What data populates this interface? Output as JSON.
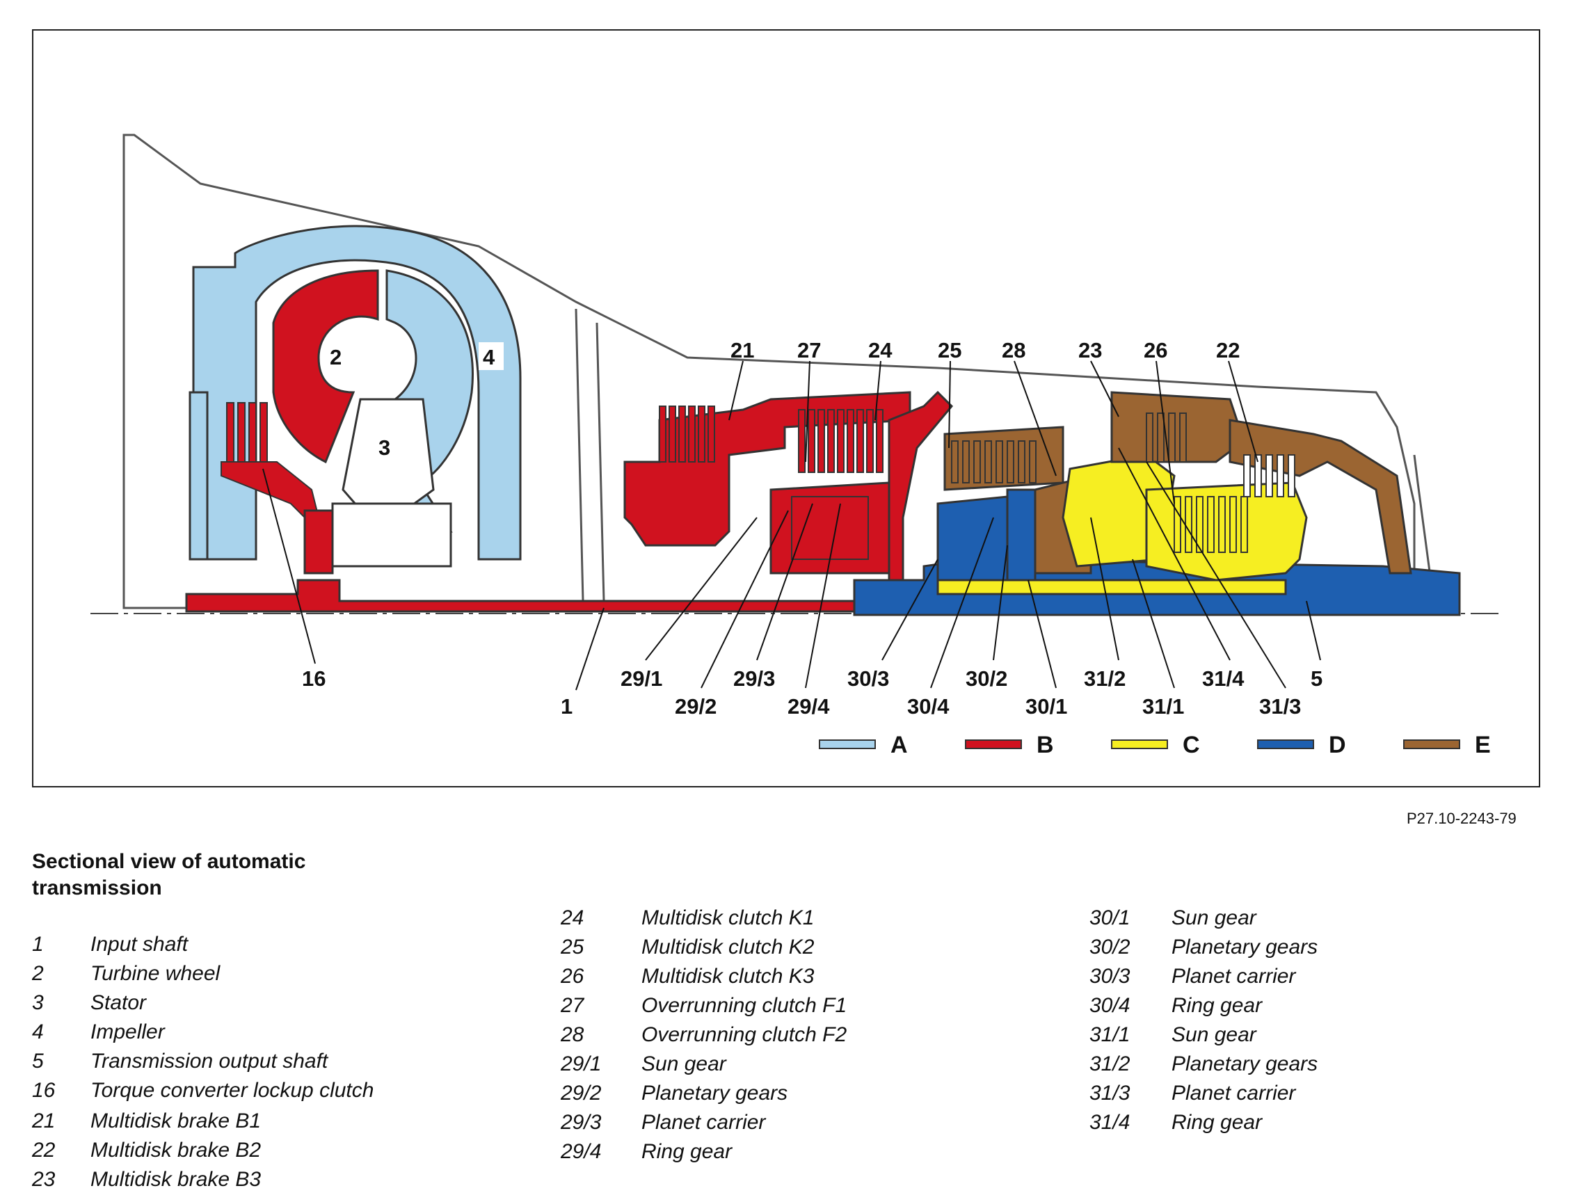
{
  "diagram": {
    "callouts": {
      "c2": "2",
      "c3": "3",
      "c4": "4",
      "c16": "16",
      "c1": "1",
      "c21": "21",
      "c27": "27",
      "c24": "24",
      "c25": "25",
      "c28": "28",
      "c23": "23",
      "c26": "26",
      "c22": "22",
      "c29_1": "29/1",
      "c29_2": "29/2",
      "c29_3": "29/3",
      "c29_4": "29/4",
      "c30_3": "30/3",
      "c30_4": "30/4",
      "c30_2": "30/2",
      "c30_1": "30/1",
      "c31_2": "31/2",
      "c31_1": "31/1",
      "c31_4": "31/4",
      "c31_3": "31/3",
      "c5": "5"
    },
    "legend": [
      {
        "letter": "A",
        "color": "#a9d3ec"
      },
      {
        "letter": "B",
        "color": "#d0121f"
      },
      {
        "letter": "C",
        "color": "#f6ee22"
      },
      {
        "letter": "D",
        "color": "#1e5fb0"
      },
      {
        "letter": "E",
        "color": "#9b6532"
      }
    ]
  },
  "figure_code": "P27.10-2243-79",
  "title": "Sectional view of automatic transmission",
  "key": {
    "col1": [
      {
        "num": "1",
        "label": "Input shaft"
      },
      {
        "num": "2",
        "label": "Turbine wheel"
      },
      {
        "num": "3",
        "label": "Stator"
      },
      {
        "num": "4",
        "label": "Impeller"
      },
      {
        "num": "5",
        "label": "Transmission output shaft"
      },
      {
        "num": "16",
        "label": "Torque converter lockup clutch"
      },
      {
        "num": "21",
        "label": "Multidisk brake B1"
      },
      {
        "num": "22",
        "label": "Multidisk brake B2"
      },
      {
        "num": "23",
        "label": "Multidisk brake B3"
      }
    ],
    "col2": [
      {
        "num": "24",
        "label": "Multidisk clutch K1"
      },
      {
        "num": "25",
        "label": "Multidisk clutch K2"
      },
      {
        "num": "26",
        "label": "Multidisk clutch K3"
      },
      {
        "num": "27",
        "label": "Overrunning clutch F1"
      },
      {
        "num": "28",
        "label": "Overrunning clutch F2"
      },
      {
        "num": "29/1",
        "label": "Sun gear"
      },
      {
        "num": "29/2",
        "label": "Planetary gears"
      },
      {
        "num": "29/3",
        "label": "Planet carrier"
      },
      {
        "num": "29/4",
        "label": "Ring gear"
      }
    ],
    "col3": [
      {
        "num": "30/1",
        "label": "Sun gear"
      },
      {
        "num": "30/2",
        "label": "Planetary gears"
      },
      {
        "num": "30/3",
        "label": "Planet carrier"
      },
      {
        "num": "30/4",
        "label": "Ring gear"
      },
      {
        "num": "31/1",
        "label": "Sun gear"
      },
      {
        "num": "31/2",
        "label": "Planetary gears"
      },
      {
        "num": "31/3",
        "label": "Planet carrier"
      },
      {
        "num": "31/4",
        "label": "Ring gear"
      }
    ]
  }
}
